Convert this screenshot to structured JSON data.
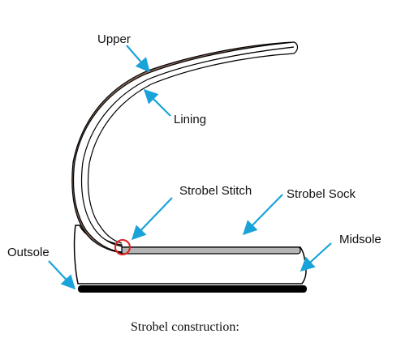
{
  "diagram": {
    "caption": "Strobel construction:",
    "labels": {
      "upper": "Upper",
      "lining": "Lining",
      "strobel_stitch": "Strobel Stitch",
      "strobel_sock": "Strobel Sock",
      "outsole": "Outsole",
      "midsole": "Midsole"
    },
    "colors": {
      "upper": "#8b6a5c",
      "lining": "#ffffff",
      "outline": "#000000",
      "strobel_sock": "#b5b5b5",
      "outsole": "#000000",
      "arrow": "#1aa3d9",
      "stitch_marker": "#e02020"
    }
  }
}
